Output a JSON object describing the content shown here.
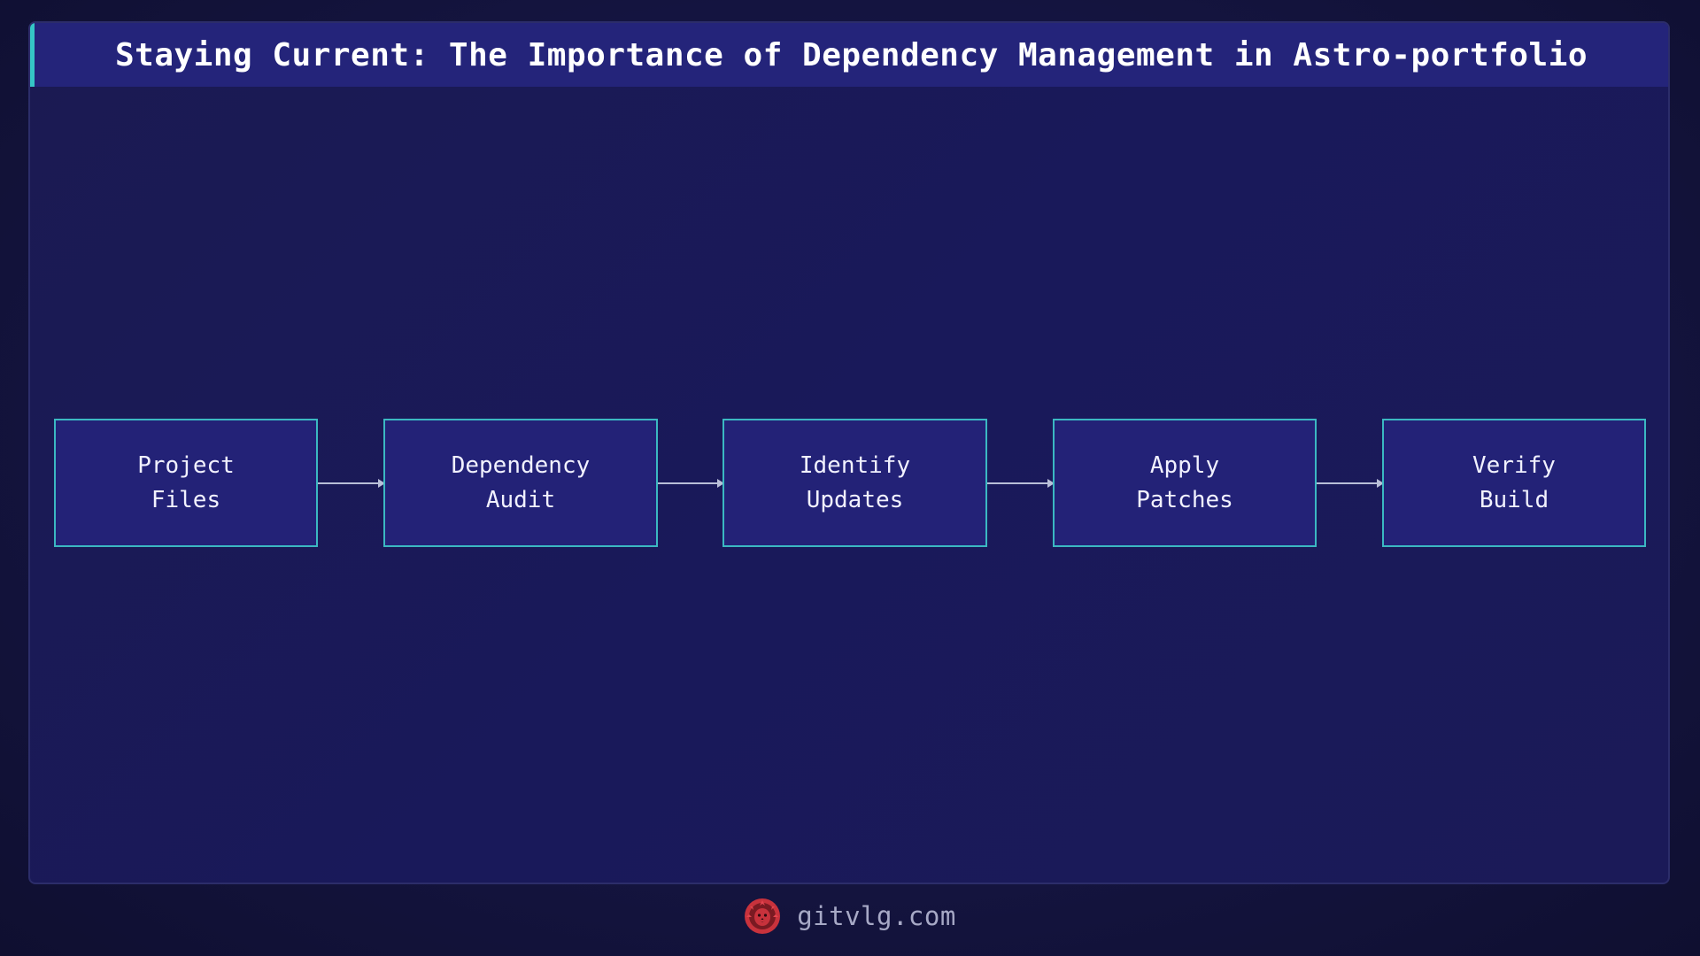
{
  "header": {
    "title": "Staying Current: The Importance of Dependency Management in Astro-portfolio"
  },
  "flow": {
    "nodes": [
      {
        "label": "Project\nFiles"
      },
      {
        "label": "Dependency\nAudit"
      },
      {
        "label": "Identify\nUpdates"
      },
      {
        "label": "Apply\nPatches"
      },
      {
        "label": "Verify\nBuild"
      }
    ],
    "edges": [
      {
        "from": "Project Files",
        "to": "Dependency Audit"
      },
      {
        "from": "Dependency Audit",
        "to": "Identify Updates"
      },
      {
        "from": "Identify Updates",
        "to": "Apply Patches"
      },
      {
        "from": "Apply Patches",
        "to": "Verify Build"
      }
    ]
  },
  "footer": {
    "site": "gitvlg.com",
    "logo_icon": "lion-logo-icon"
  },
  "colors": {
    "background": "#121238",
    "panel": "#1b1a52",
    "title_bar": "#24247a",
    "accent": "#35c6c6",
    "node_fill": "#232277",
    "node_border": "#3bb8c2",
    "arrow": "#b9bfd8",
    "logo": "#c8323c"
  }
}
